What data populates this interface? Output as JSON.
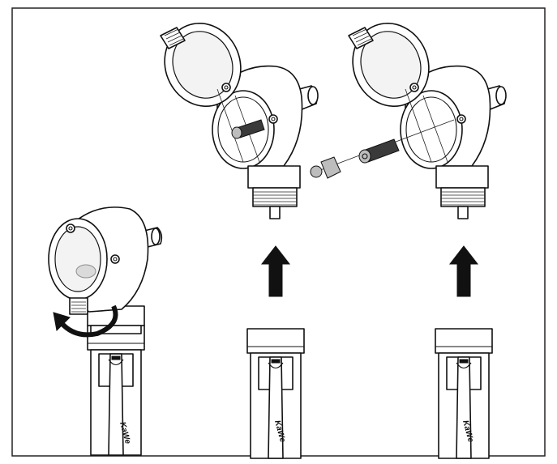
{
  "figure": {
    "steps": [
      {
        "id": "step-rotate",
        "brand": "KaWe"
      },
      {
        "id": "step-open",
        "brand": "KaWe"
      },
      {
        "id": "step-replace",
        "brand": "KaWe"
      }
    ]
  },
  "colors": {
    "line": "#111111",
    "background": "#ffffff",
    "glass": "#f3f3f3",
    "lamp": "#3a3a3a"
  },
  "icons": [
    "rotation-arrow-icon",
    "up-arrow-icon",
    "up-arrow-icon"
  ]
}
